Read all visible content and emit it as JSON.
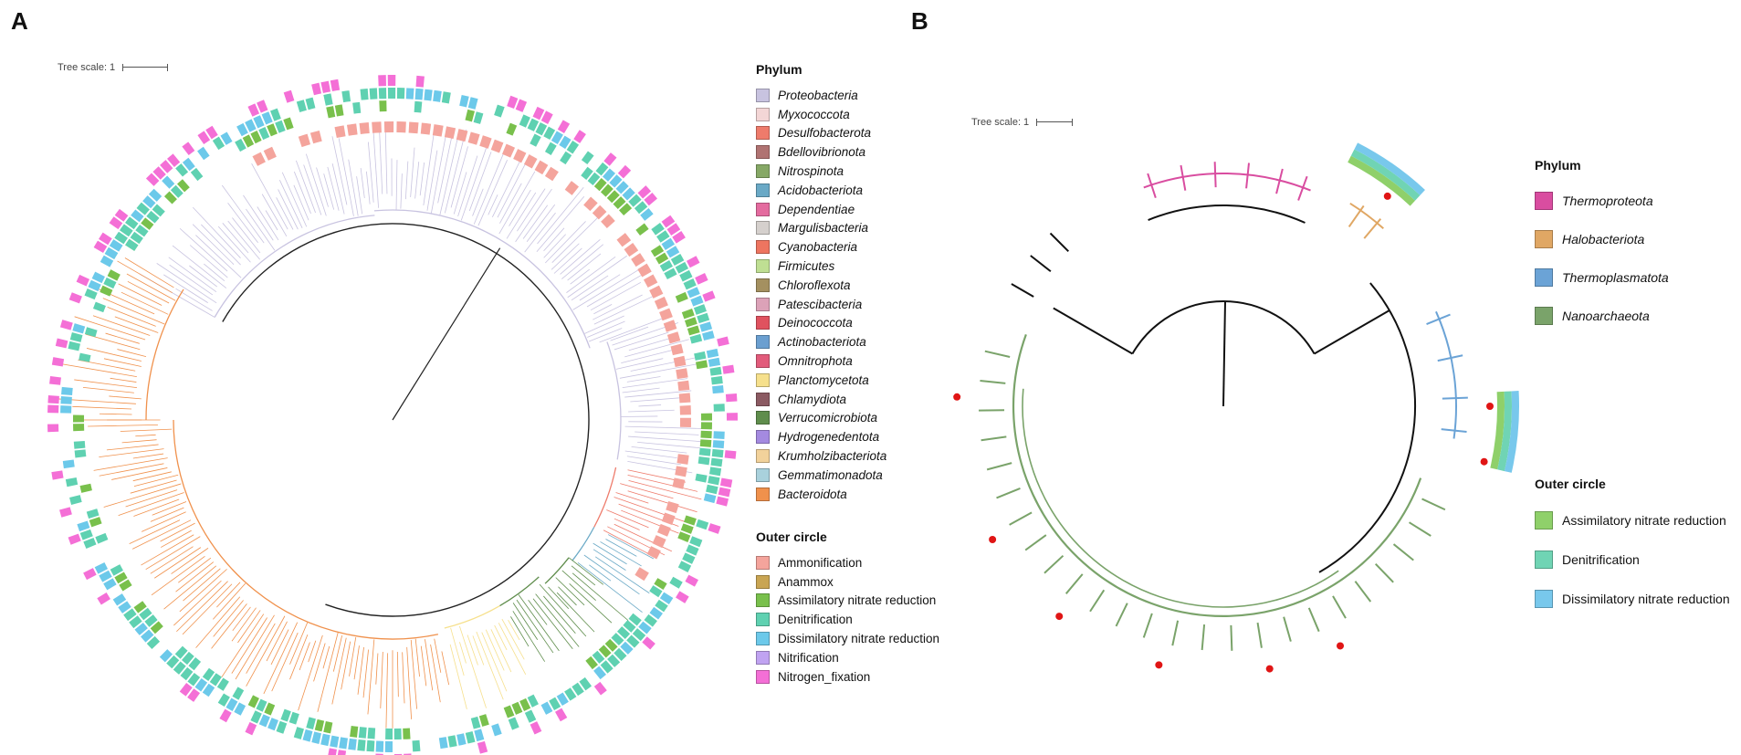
{
  "panels": {
    "a": {
      "letter": "A",
      "tree_scale_label": "Tree scale: 1",
      "phylum_title": "Phylum",
      "phyla": [
        {
          "name": "Proteobacteria",
          "color": "#c8c3e0"
        },
        {
          "name": "Myxococcota",
          "color": "#f3d6d6"
        },
        {
          "name": "Desulfobacterota",
          "color": "#ee7b6b"
        },
        {
          "name": "Bdellovibrionota",
          "color": "#b07372"
        },
        {
          "name": "Nitrospinota",
          "color": "#86a866"
        },
        {
          "name": "Acidobacteriota",
          "color": "#6aa9c6"
        },
        {
          "name": "Dependentiae",
          "color": "#e46b9f"
        },
        {
          "name": "Margulisbacteria",
          "color": "#d5d0cd"
        },
        {
          "name": "Cyanobacteria",
          "color": "#ee7560"
        },
        {
          "name": "Firmicutes",
          "color": "#bfdf93"
        },
        {
          "name": "Chloroflexota",
          "color": "#a49060"
        },
        {
          "name": "Patescibacteria",
          "color": "#dca2b8"
        },
        {
          "name": "Deinococcota",
          "color": "#e0525f"
        },
        {
          "name": "Actinobacteriota",
          "color": "#6b9fd0"
        },
        {
          "name": "Omnitrophota",
          "color": "#e25b7b"
        },
        {
          "name": "Planctomycetota",
          "color": "#f6e08c"
        },
        {
          "name": "Chlamydiota",
          "color": "#8b5a62"
        },
        {
          "name": "Verrucomicrobiota",
          "color": "#5f8d4c"
        },
        {
          "name": "Hydrogenedentota",
          "color": "#a48ae0"
        },
        {
          "name": "Krumholzibacteriota",
          "color": "#f2d29b"
        },
        {
          "name": "Gemmatimonadota",
          "color": "#a9d1dc"
        },
        {
          "name": "Bacteroidota",
          "color": "#f0914c"
        }
      ],
      "outer_title": "Outer circle",
      "outer": [
        {
          "name": "Ammonification",
          "color": "#f4a49c"
        },
        {
          "name": "Anammox",
          "color": "#c9a553"
        },
        {
          "name": "Assimilatory nitrate reduction",
          "color": "#79c04c"
        },
        {
          "name": "Denitrification",
          "color": "#5fd1b1"
        },
        {
          "name": "Dissimilatory nitrate reduction",
          "color": "#6cc9ea"
        },
        {
          "name": "Nitrification",
          "color": "#c0a3f1"
        },
        {
          "name": "Nitrogen_fixation",
          "color": "#f46fd6"
        }
      ]
    },
    "b": {
      "letter": "B",
      "tree_scale_label": "Tree scale: 1",
      "phylum_title": "Phylum",
      "phyla": [
        {
          "name": "Thermoproteota",
          "color": "#d94da0"
        },
        {
          "name": "Halobacteriota",
          "color": "#e0a764"
        },
        {
          "name": "Thermoplasmatota",
          "color": "#6ba3d6"
        },
        {
          "name": "Nanoarchaeota",
          "color": "#7aa36a"
        }
      ],
      "outer_title": "Outer circle",
      "outer": [
        {
          "name": "Assimilatory nitrate reduction",
          "color": "#8fd06a"
        },
        {
          "name": "Denitrification",
          "color": "#70d4b4"
        },
        {
          "name": "Dissimilatory nitrate reduction",
          "color": "#78c8ec"
        }
      ]
    }
  }
}
